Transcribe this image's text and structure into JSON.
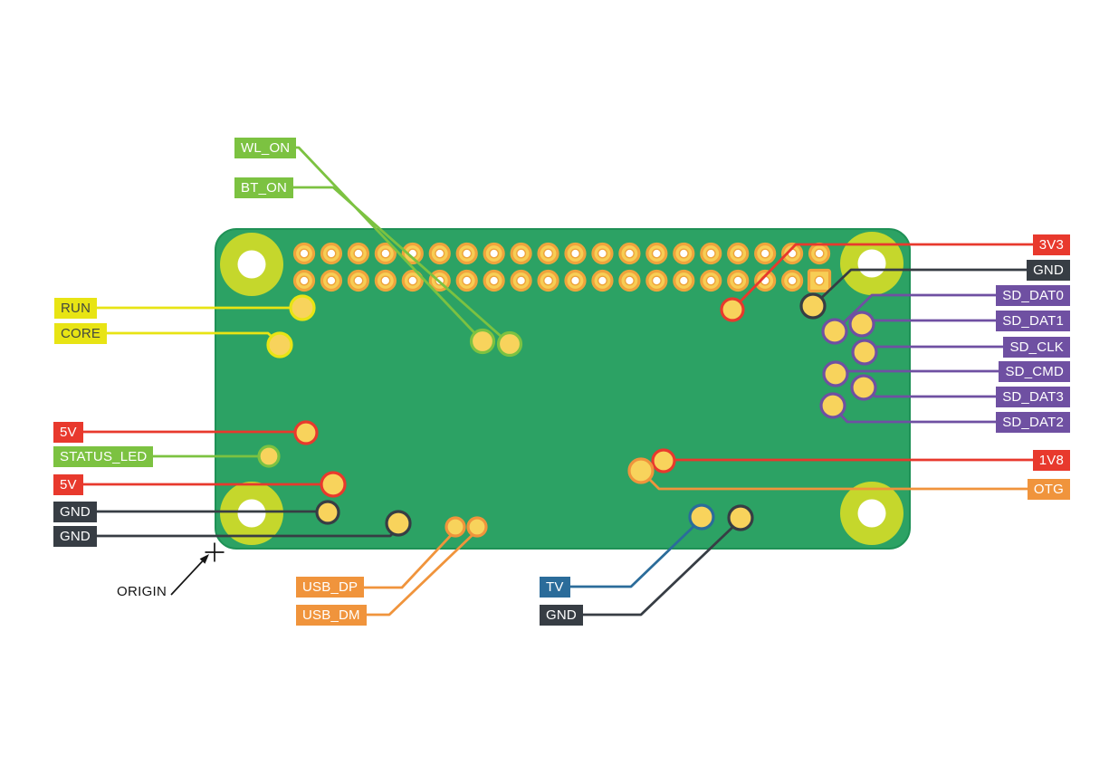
{
  "diagram": {
    "kind": "pcb-test-pad-pinout",
    "background": "#ffffff"
  },
  "colors": {
    "board": "#2CA264",
    "board_edge": "#1F9156",
    "mount_ring": "#C5D72C",
    "hole_fill": "#F7CE55",
    "hole_ring": "#EFA43C",
    "pad_fill": "#F8D35C",
    "green": "#7CC241",
    "yellow": "#E8E414",
    "red": "#E8392D",
    "dark": "#373D44",
    "purple": "#6F50A2",
    "orange": "#F0943C",
    "blue": "#2B6C9A",
    "annotation_black": "#141414"
  },
  "header": {
    "columns": 20,
    "rows": 2,
    "square_pad_position": "bottom-right"
  },
  "origin": {
    "text": "ORIGIN"
  },
  "labels": [
    {
      "id": "wl_on",
      "text": "WL_ON",
      "category": "green"
    },
    {
      "id": "bt_on",
      "text": "BT_ON",
      "category": "green"
    },
    {
      "id": "run",
      "text": "RUN",
      "category": "yellow"
    },
    {
      "id": "core",
      "text": "CORE",
      "category": "yellow"
    },
    {
      "id": "v5_a",
      "text": "5V",
      "category": "red"
    },
    {
      "id": "status_led",
      "text": "STATUS_LED",
      "category": "green"
    },
    {
      "id": "v5_b",
      "text": "5V",
      "category": "red"
    },
    {
      "id": "gnd_l1",
      "text": "GND",
      "category": "dark"
    },
    {
      "id": "gnd_l2",
      "text": "GND",
      "category": "dark"
    },
    {
      "id": "usb_dp",
      "text": "USB_DP",
      "category": "orange"
    },
    {
      "id": "usb_dm",
      "text": "USB_DM",
      "category": "orange"
    },
    {
      "id": "tv",
      "text": "TV",
      "category": "blue"
    },
    {
      "id": "gnd_b",
      "text": "GND",
      "category": "dark"
    },
    {
      "id": "v3v3",
      "text": "3V3",
      "category": "red"
    },
    {
      "id": "gnd_r",
      "text": "GND",
      "category": "dark"
    },
    {
      "id": "sd_dat0",
      "text": "SD_DAT0",
      "category": "purple"
    },
    {
      "id": "sd_dat1",
      "text": "SD_DAT1",
      "category": "purple"
    },
    {
      "id": "sd_clk",
      "text": "SD_CLK",
      "category": "purple"
    },
    {
      "id": "sd_cmd",
      "text": "SD_CMD",
      "category": "purple"
    },
    {
      "id": "sd_dat3",
      "text": "SD_DAT3",
      "category": "purple"
    },
    {
      "id": "sd_dat2",
      "text": "SD_DAT2",
      "category": "purple"
    },
    {
      "id": "v1v8",
      "text": "1V8",
      "category": "red"
    },
    {
      "id": "otg",
      "text": "OTG",
      "category": "orange"
    }
  ]
}
